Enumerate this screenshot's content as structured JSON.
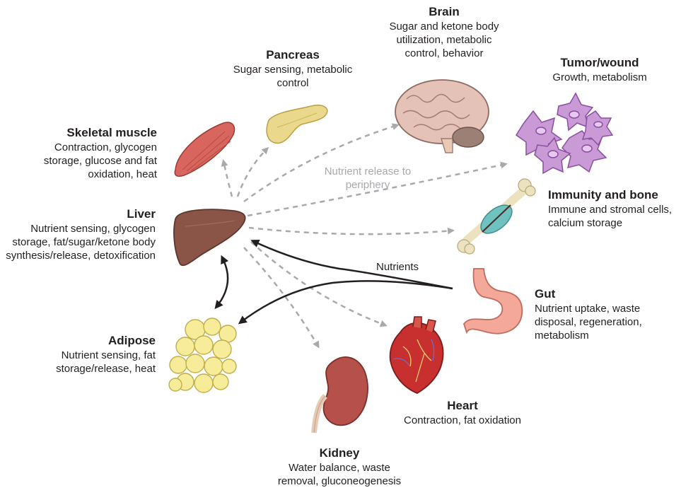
{
  "colors": {
    "dashed_arrow": "#a7a9ac",
    "solid_arrow": "#231f20",
    "liver": "#8a5547",
    "muscle": "#d9665e",
    "pancreas": "#ead98c",
    "brain": "#e5c2b7",
    "tumor": "#c99ad6",
    "bone": "#ece2c0",
    "marrow": "#6fc2c0",
    "stomach": "#f3a89a",
    "heart": "#c8302f",
    "kidney": "#b5504a",
    "adipose": "#f6ec9a"
  },
  "organs": {
    "brain": {
      "title": "Brain",
      "desc": "Sugar and ketone body utilization, metabolic control, behavior",
      "icon": "brain-icon"
    },
    "pancreas": {
      "title": "Pancreas",
      "desc": "Sugar sensing, metabolic control",
      "icon": "pancreas-icon"
    },
    "tumor": {
      "title": "Tumor/wound",
      "desc": "Growth, metabolism",
      "icon": "tumor-cells-icon"
    },
    "muscle": {
      "title": "Skeletal muscle",
      "desc": "Contraction, glycogen storage, glucose and fat oxidation, heat",
      "icon": "muscle-icon"
    },
    "liver": {
      "title": "Liver",
      "desc": "Nutrient sensing, glycogen storage, fat/sugar/ketone body synthesis/release, detoxification",
      "icon": "liver-icon"
    },
    "immunity": {
      "title": "Immunity and bone",
      "desc": "Immune and stromal cells, calcium storage",
      "icon": "bone-icon"
    },
    "gut": {
      "title": "Gut",
      "desc": "Nutrient uptake, waste disposal, regeneration, metabolism",
      "icon": "stomach-icon"
    },
    "adipose": {
      "title": "Adipose",
      "desc": "Nutrient sensing, fat storage/release, heat",
      "icon": "adipose-icon"
    },
    "heart": {
      "title": "Heart",
      "desc": "Contraction, fat oxidation",
      "icon": "heart-icon"
    },
    "kidney": {
      "title": "Kidney",
      "desc": "Water balance, waste removal, gluconeogenesis",
      "icon": "kidney-icon"
    }
  },
  "annotations": {
    "nutrient_release": "Nutrient release to periphery",
    "nutrients": "Nutrients"
  }
}
